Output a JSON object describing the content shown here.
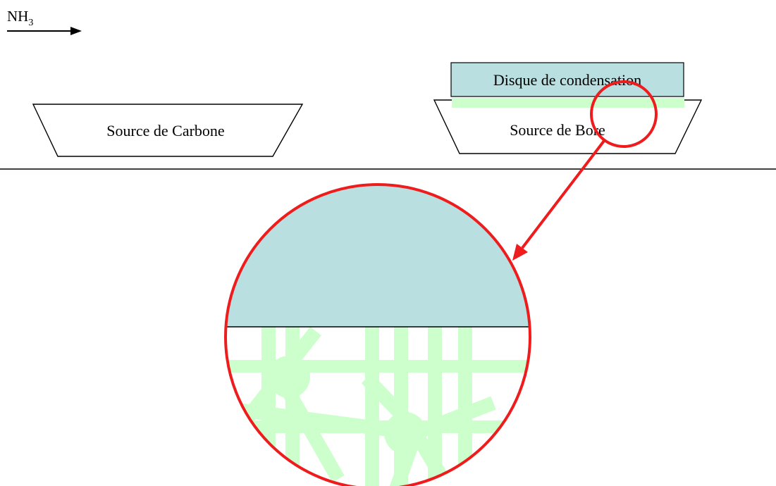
{
  "flow": {
    "gas_label": "NH",
    "gas_subscript": "3",
    "direction": "right"
  },
  "vessels": {
    "carbon_source_label": "Source de Carbone",
    "boron_source_label": "Source de Bore",
    "condensation_disk_label": "Disque de condensation"
  },
  "colors": {
    "disk_fill": "#b9dfe1",
    "deposit_green": "#ccffcc",
    "highlight_red": "#ee1c1c",
    "outline": "#000000",
    "background": "#ffffff"
  }
}
